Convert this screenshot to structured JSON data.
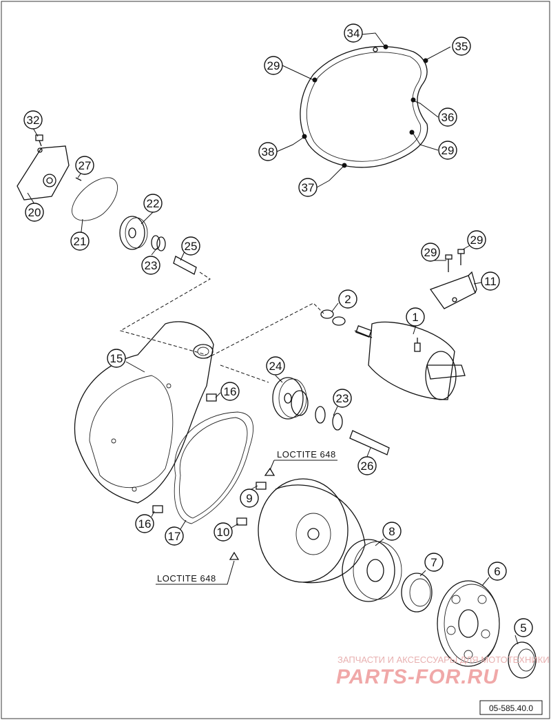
{
  "callouts": [
    {
      "id": "1"
    },
    {
      "id": "2"
    },
    {
      "id": "5"
    },
    {
      "id": "6"
    },
    {
      "id": "7"
    },
    {
      "id": "8"
    },
    {
      "id": "9"
    },
    {
      "id": "10"
    },
    {
      "id": "11"
    },
    {
      "id": "15"
    },
    {
      "id": "16"
    },
    {
      "id": "16"
    },
    {
      "id": "17"
    },
    {
      "id": "20"
    },
    {
      "id": "21"
    },
    {
      "id": "22"
    },
    {
      "id": "23"
    },
    {
      "id": "23"
    },
    {
      "id": "24"
    },
    {
      "id": "25"
    },
    {
      "id": "26"
    },
    {
      "id": "27"
    },
    {
      "id": "29"
    },
    {
      "id": "29"
    },
    {
      "id": "29"
    },
    {
      "id": "29"
    },
    {
      "id": "32"
    },
    {
      "id": "34"
    },
    {
      "id": "35"
    },
    {
      "id": "36"
    },
    {
      "id": "37"
    },
    {
      "id": "38"
    }
  ],
  "notes": {
    "loctite_upper": "LOCTITE 648",
    "loctite_lower": "LOCTITE 648"
  },
  "watermark": {
    "line1": "ЗАПЧАСТИ И АКСЕССУАРЫ ДЛЯ МОТОТЕХНИКИ",
    "brand": "PARTS-FOR.RU",
    "color": "#f0a8a8"
  },
  "reference": {
    "code": "05-585.40.0"
  }
}
